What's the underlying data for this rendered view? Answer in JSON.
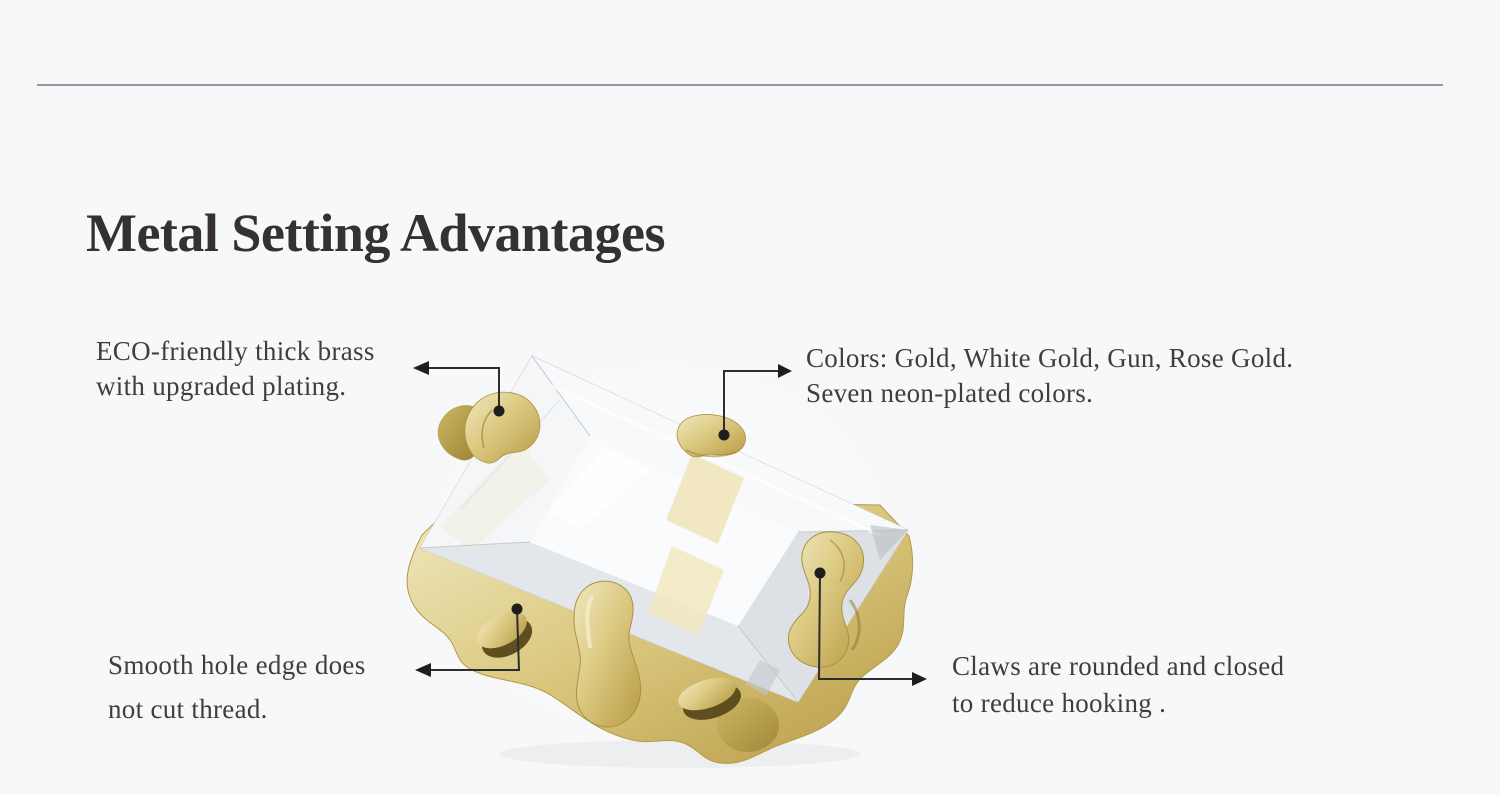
{
  "page": {
    "background_color": "#f7f8fa",
    "divider_color": "#97989b",
    "text_color": "#3f3e3e",
    "title_color": "#353132",
    "annotation_line_color": "#2d2d2d",
    "brass_gold_color": "#d9c77e",
    "crystal_color": "#eef0f3"
  },
  "header": {
    "title": "Metal Setting Advantages"
  },
  "product": {
    "description": "Gold metal sew-on setting holding a clear rectangular faceted crystal, with claws, sew holes and plated brass base"
  },
  "callouts": {
    "eco": {
      "lines": [
        "ECO-friendly thick brass",
        "with upgraded plating."
      ]
    },
    "colors": {
      "lines": [
        "Colors: Gold, White Gold, Gun, Rose Gold.",
        "Seven neon-plated colors."
      ]
    },
    "hole": {
      "lines": [
        "Smooth hole edge does",
        "not cut thread."
      ]
    },
    "claws": {
      "lines": [
        "Claws are rounded and closed",
        "to reduce hooking ."
      ]
    }
  }
}
